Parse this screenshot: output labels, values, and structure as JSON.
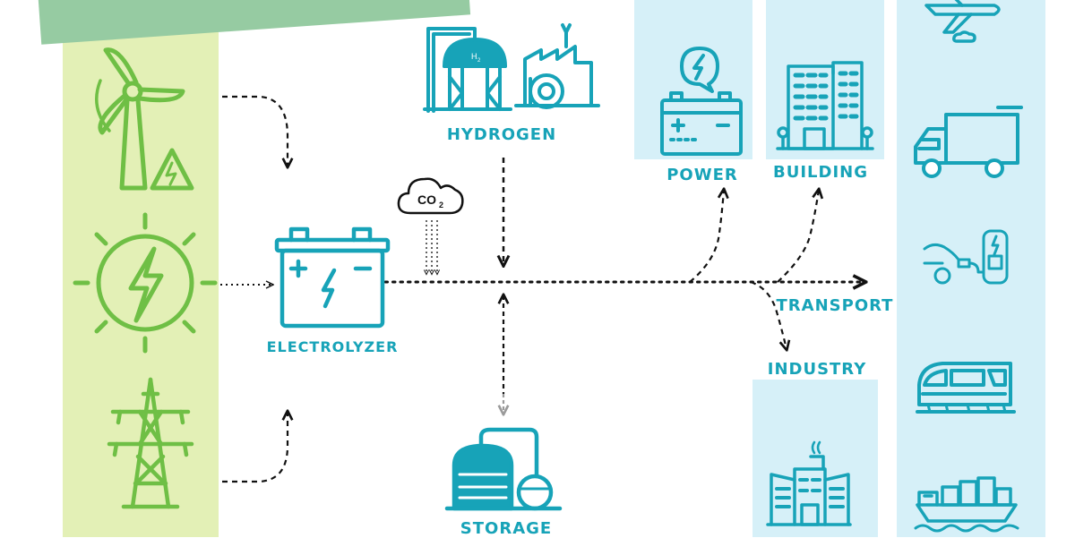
{
  "labels": {
    "hydrogen": "HYDROGEN",
    "electrolyzer": "ELECTROLYZER",
    "storage": "STORAGE",
    "power": "POWER",
    "building": "BUILDING",
    "transport": "TRANSPORT",
    "industry": "INDUSTRY"
  },
  "co2": {
    "main": "CO",
    "sub": "2"
  },
  "h2": {
    "main": "H",
    "sub": "2"
  },
  "colors": {
    "green": "#6fbf45",
    "teal": "#17a3b8",
    "green_band": "#e3f0b6",
    "green_banner": "#96cba2",
    "blue_panel": "#d6f0f8",
    "arrow": "#111111",
    "storage_arrow": "#9a9a9a"
  },
  "icons": {
    "sources": [
      "wind-turbine-icon",
      "solar-energy-icon",
      "power-tower-icon"
    ],
    "transport": [
      "airplane-icon",
      "truck-icon",
      "ev-charging-icon",
      "train-icon",
      "ship-icon"
    ]
  }
}
